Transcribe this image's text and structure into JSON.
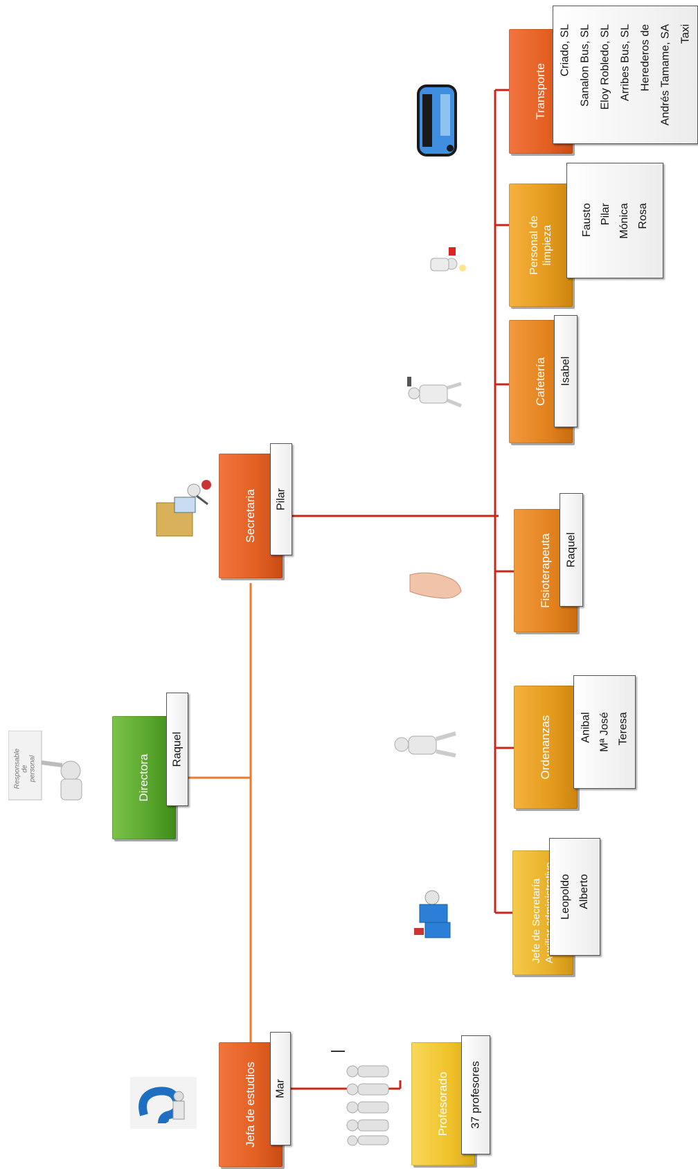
{
  "nodes": {
    "jefa_estudios": {
      "title": "Jefa de estudios",
      "names": [
        "Mar"
      ]
    },
    "profesorado": {
      "title": "Profesorado",
      "names": [
        "37 profesores"
      ]
    },
    "directora": {
      "title": "Directora",
      "names": [
        "Raquel"
      ]
    },
    "secretaria": {
      "title": "Secretaria",
      "names": [
        "Pilar"
      ]
    },
    "jefe_secretaria": {
      "title_line1": "Jefe de Secretaría",
      "title_line2": "Auxiliar administrativo",
      "names": [
        "Leopoldo",
        "Alberto"
      ]
    },
    "ordenanzas": {
      "title": "Ordenanzas",
      "names": [
        "Anibal",
        "Mª José",
        "Teresa"
      ]
    },
    "fisioterapeuta": {
      "title": "Fisioterapeuta",
      "names": [
        "Raquel"
      ]
    },
    "cafeteria": {
      "title": "Cafetería",
      "names": [
        "Isabel"
      ]
    },
    "limpieza": {
      "title_line1": "Personal de",
      "title_line2": "limpieza",
      "names": [
        "Fausto",
        "Pilar",
        "Mónica",
        "Rosa"
      ]
    },
    "transporte": {
      "title": "Transporte",
      "names": [
        "Criado, SL",
        "Sanalon Bus, SL",
        "Eloy Robledo, SL",
        "Arribes Bus, SL",
        "Herederos de",
        "Andrés Tamame, SA",
        "Taxi"
      ]
    }
  },
  "sign": {
    "line1": "Responsable",
    "line2": "de",
    "line3": "personal"
  },
  "colors": {
    "orange_dark": "#e35f22",
    "orange_mid": "#e2821e",
    "orange_light": "#e49a1c",
    "yellow": "#f0c22a",
    "green": "#58a52c",
    "line_red": "#c8261b",
    "line_orange": "#ec7a2e"
  }
}
